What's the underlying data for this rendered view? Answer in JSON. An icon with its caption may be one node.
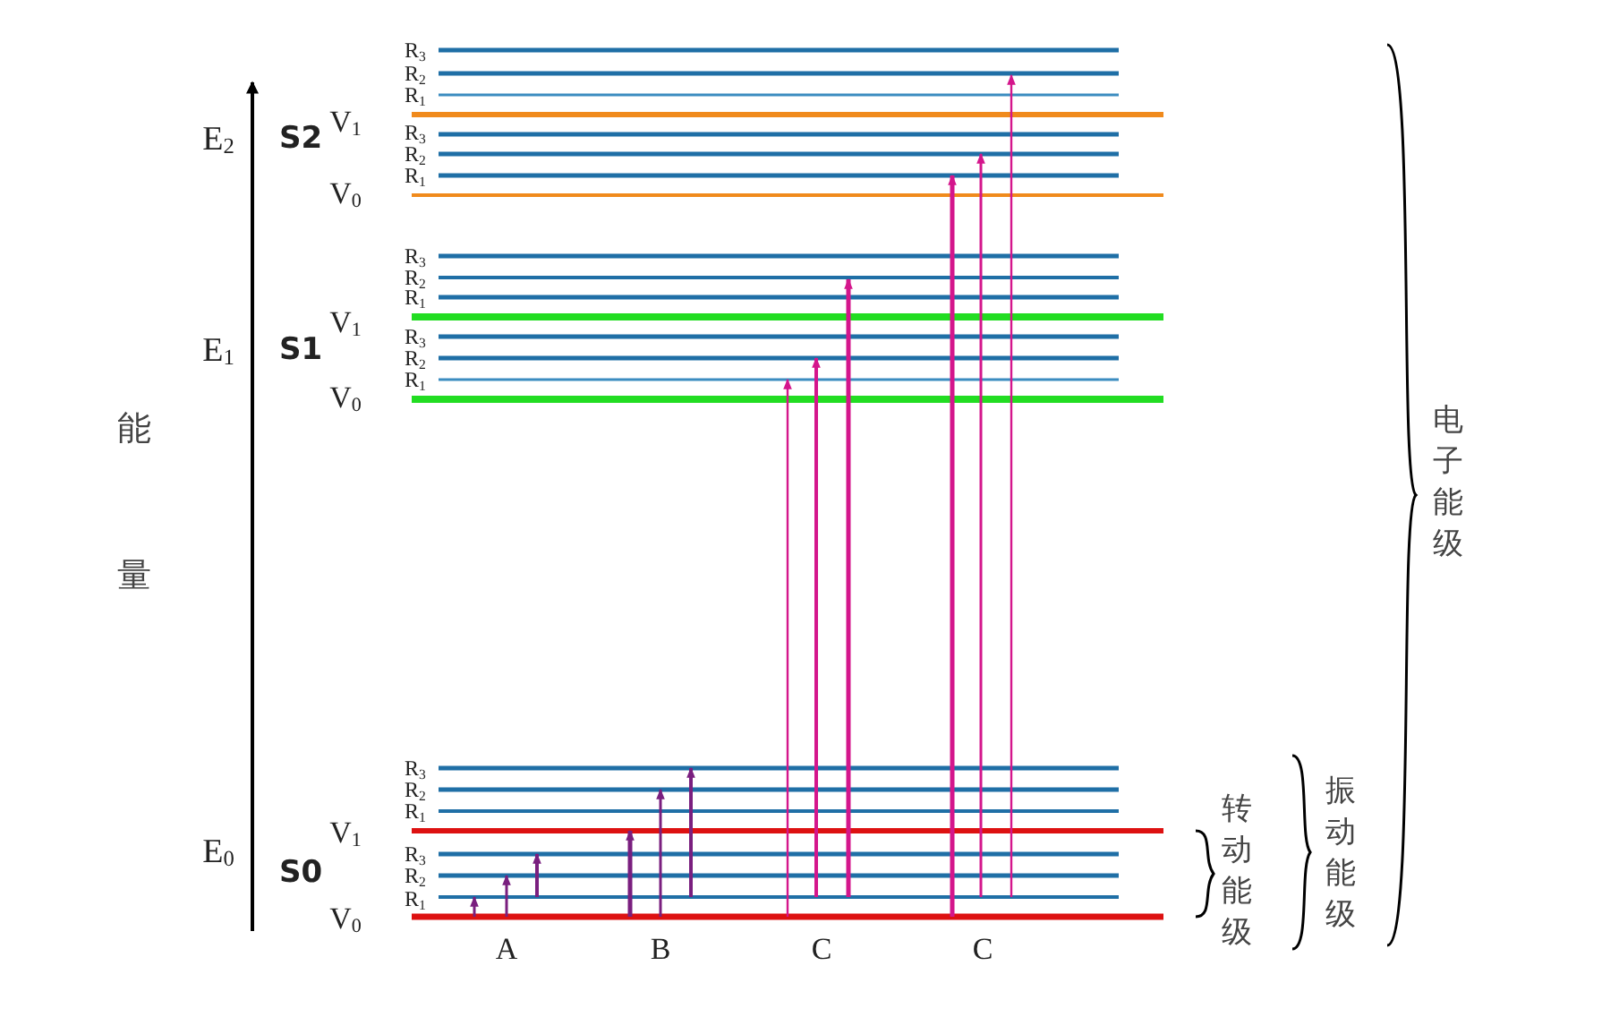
{
  "diagram": {
    "labels": [
      "R$_{3}$",
      "R$_{2}$",
      "R$_{1}$",
      "V$_{1}$",
      "E$_{2}$",
      "S2",
      "R$_{3}$",
      "R$_{2}$",
      "R$_{1}$",
      "V$_{0}$",
      "R$_{3}$",
      "R$_{2}$",
      "R$_{1}$",
      "V$_{1}$",
      "E$_{1}$",
      "S1",
      "R$_{3}$",
      "R$_{2}$",
      "R$_{1}$",
      "V$_{0}$",
      "能",
      "电子能级",
      "量",
      "R$_{3}$",
      "R$_{2}$",
      "R$_{1}$",
      "V$_{1}$",
      "E$_{0}$",
      "S0",
      "R$_{3}$",
      "R$_{2}$",
      "R$_{1}$",
      "V$_{0}$",
      "转动能级",
      "振动能级",
      "A",
      "B",
      "C",
      "C"
    ]
  }
}
